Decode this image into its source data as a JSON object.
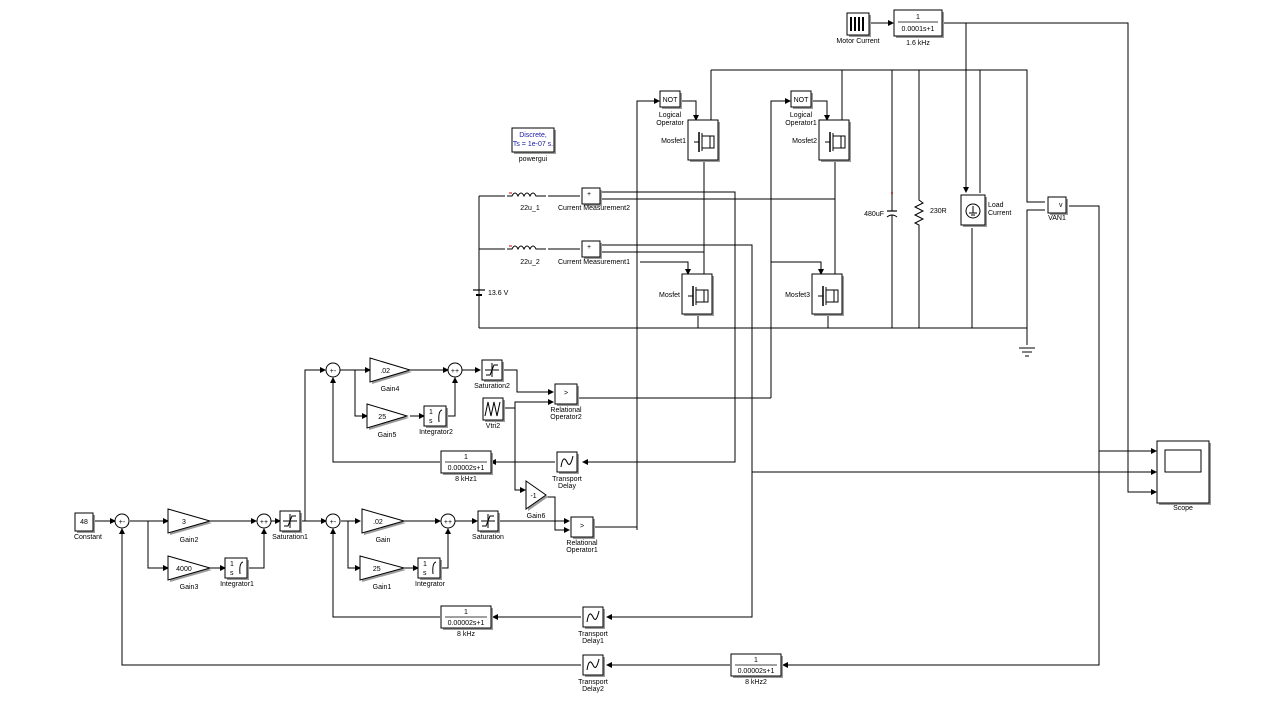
{
  "diagram": {
    "type": "simulink-model",
    "colors": {
      "background": "#ffffff",
      "wire": "#000000",
      "powergui_text": "#1a1aa6",
      "polarity_mark": "#cc0000"
    },
    "blocks": {
      "motor_current": {
        "label": "Motor Current",
        "icon": "signal-builder-icon"
      },
      "tf_motor": {
        "num": "1",
        "den": "0.0001s+1",
        "label": "1.6 kHz"
      },
      "not1": {
        "inner": "NOT",
        "label_line1": "Logical",
        "label_line2": "Operator"
      },
      "not2": {
        "inner": "NOT",
        "label_line1": "Logical",
        "label_line2": "Operator1"
      },
      "mosfet1": {
        "label": "Mosfet1"
      },
      "mosfet2": {
        "label": "Mosfet2"
      },
      "mosfet": {
        "label": "Mosfet"
      },
      "mosfet3": {
        "label": "Mosfet3"
      },
      "powergui": {
        "line1": "Discrete,",
        "line2": "Ts = 1e-07 s.",
        "label": "powergui"
      },
      "inductor1": {
        "label": "22u_1"
      },
      "inductor2": {
        "label": "22u_2"
      },
      "cm2": {
        "label": "Current Measurement2"
      },
      "cm1": {
        "label": "Current Measurement1"
      },
      "battery": {
        "label": "13.6 V"
      },
      "capacitor": {
        "label": "480uF"
      },
      "resistor": {
        "label": "230R"
      },
      "load": {
        "label_line1": "Load",
        "label_line2": "Current"
      },
      "vmeas": {
        "label": "VAN1",
        "inner": "v"
      },
      "scope": {
        "label": "Scope"
      },
      "constant": {
        "value": "48",
        "label": "Constant"
      },
      "gain2": {
        "value": "3",
        "label": "Gain2"
      },
      "gain3": {
        "value": "4000",
        "label": "Gain3"
      },
      "integrator1": {
        "label": "Integrator1"
      },
      "saturation1": {
        "label": "Saturation1"
      },
      "gain4": {
        "value": ".02",
        "label": "Gain4"
      },
      "gain5": {
        "value": "25",
        "label": "Gain5"
      },
      "integrator2": {
        "label": "Integrator2"
      },
      "saturation2": {
        "label": "Saturation2"
      },
      "vtri2": {
        "label": "Vtri2"
      },
      "relop2": {
        "inner": ">",
        "label_line1": "Relational",
        "label_line2": "Operator2"
      },
      "tf_8khz1": {
        "num": "1",
        "den": "0.00002s+1",
        "label": "8 kHz1"
      },
      "tdelay": {
        "label_line1": "Transport",
        "label_line2": "Delay"
      },
      "gain6": {
        "value": "-1",
        "label": "Gain6"
      },
      "gain": {
        "value": ".02",
        "label": "Gain"
      },
      "gain1": {
        "value": "25",
        "label": "Gain1"
      },
      "integrator": {
        "label": "Integrator"
      },
      "saturation": {
        "label": "Saturation"
      },
      "relop1": {
        "inner": ">",
        "label_line1": "Relational",
        "label_line2": "Operator1"
      },
      "tf_8khz": {
        "num": "1",
        "den": "0.00002s+1",
        "label": "8 kHz"
      },
      "tdelay1": {
        "label_line1": "Transport",
        "label_line2": "Delay1"
      },
      "tdelay2": {
        "label_line1": "Transport",
        "label_line2": "Delay2"
      },
      "tf_8khz2": {
        "num": "1",
        "den": "0.00002s+1",
        "label": "8 kHz2"
      },
      "integrator_inner": {
        "num": "1",
        "den": "s"
      },
      "sum_signs": {
        "minus": "+-",
        "plus": "++"
      }
    }
  }
}
